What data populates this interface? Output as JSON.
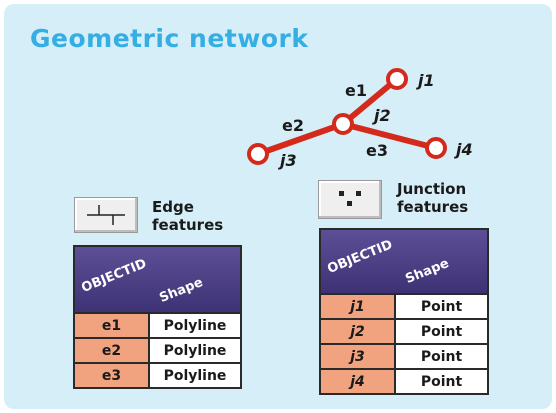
{
  "title": "Geometric network",
  "network": {
    "edges": [
      "e1",
      "e2",
      "e3"
    ],
    "junctions": [
      "j1",
      "j2",
      "j3",
      "j4"
    ]
  },
  "edge_legend": {
    "icon": "edge-icon",
    "label_line1": "Edge",
    "label_line2": "features"
  },
  "junction_legend": {
    "icon": "junction-icon",
    "label_line1": "Junction",
    "label_line2": "features"
  },
  "edge_table": {
    "headers": [
      "OBJECTID",
      "Shape"
    ],
    "rows": [
      [
        "e1",
        "Polyline"
      ],
      [
        "e2",
        "Polyline"
      ],
      [
        "e3",
        "Polyline"
      ]
    ]
  },
  "junction_table": {
    "headers": [
      "OBJECTID",
      "Shape"
    ],
    "rows": [
      [
        "j1",
        "Point"
      ],
      [
        "j2",
        "Point"
      ],
      [
        "j3",
        "Point"
      ],
      [
        "j4",
        "Point"
      ]
    ]
  },
  "colors": {
    "edge_line": "#d42a1c",
    "title": "#35aee4",
    "header": "#4a3d82",
    "id_cell": "#f0a37e"
  }
}
